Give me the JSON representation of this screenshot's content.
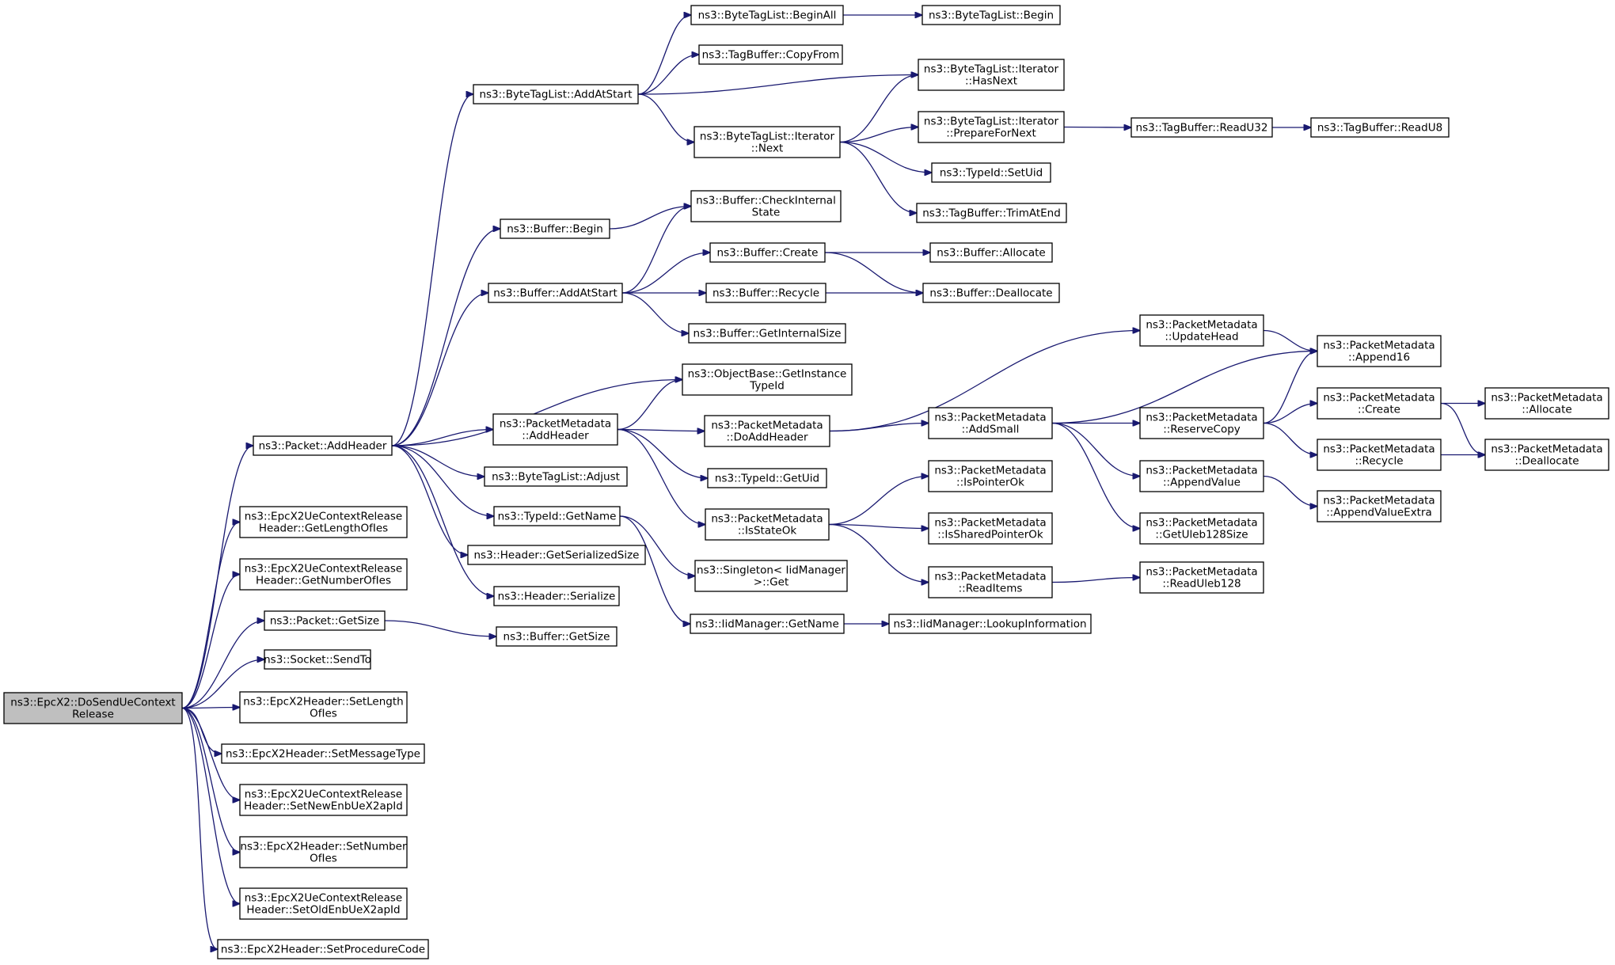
{
  "graph": {
    "root": "ns3::EpcX2::DoSendUeContextRelease",
    "nodes": [
      {
        "id": "root",
        "lines": [
          "ns3::EpcX2::DoSendUeContext",
          "Release"
        ],
        "root": true
      },
      {
        "id": "pkt_addheader",
        "lines": [
          "ns3::Packet::AddHeader"
        ]
      },
      {
        "id": "getlengthofies",
        "lines": [
          "ns3::EpcX2UeContextRelease",
          "Header::GetLengthOfIes"
        ]
      },
      {
        "id": "getnumberofies",
        "lines": [
          "ns3::EpcX2UeContextRelease",
          "Header::GetNumberOfIes"
        ]
      },
      {
        "id": "pkt_getsize",
        "lines": [
          "ns3::Packet::GetSize"
        ]
      },
      {
        "id": "socket_sendto",
        "lines": [
          "ns3::Socket::SendTo"
        ]
      },
      {
        "id": "setlengthofies",
        "lines": [
          "ns3::EpcX2Header::SetLength",
          "OfIes"
        ]
      },
      {
        "id": "setmessagetype",
        "lines": [
          "ns3::EpcX2Header::SetMessageType"
        ]
      },
      {
        "id": "setnewenb",
        "lines": [
          "ns3::EpcX2UeContextRelease",
          "Header::SetNewEnbUeX2apId"
        ]
      },
      {
        "id": "setnumberofies",
        "lines": [
          "ns3::EpcX2Header::SetNumber",
          "OfIes"
        ]
      },
      {
        "id": "setoldenb",
        "lines": [
          "ns3::EpcX2UeContextRelease",
          "Header::SetOldEnbUeX2apId"
        ]
      },
      {
        "id": "setprocedurecode",
        "lines": [
          "ns3::EpcX2Header::SetProcedureCode"
        ]
      },
      {
        "id": "btl_addatstart",
        "lines": [
          "ns3::ByteTagList::AddAtStart"
        ]
      },
      {
        "id": "buf_begin",
        "lines": [
          "ns3::Buffer::Begin"
        ]
      },
      {
        "id": "buf_addatstart",
        "lines": [
          "ns3::Buffer::AddAtStart"
        ]
      },
      {
        "id": "obj_getinstancetypeid",
        "lines": [
          "ns3::ObjectBase::GetInstance",
          "TypeId"
        ]
      },
      {
        "id": "pm_addheader",
        "lines": [
          "ns3::PacketMetadata",
          "::AddHeader"
        ]
      },
      {
        "id": "btl_adjust",
        "lines": [
          "ns3::ByteTagList::Adjust"
        ]
      },
      {
        "id": "typeid_getname",
        "lines": [
          "ns3::TypeId::GetName"
        ]
      },
      {
        "id": "hdr_getserializedsize",
        "lines": [
          "ns3::Header::GetSerializedSize"
        ]
      },
      {
        "id": "hdr_serialize",
        "lines": [
          "ns3::Header::Serialize"
        ]
      },
      {
        "id": "buf_getsize",
        "lines": [
          "ns3::Buffer::GetSize"
        ]
      },
      {
        "id": "btl_beginall",
        "lines": [
          "ns3::ByteTagList::BeginAll"
        ]
      },
      {
        "id": "tb_copyfrom",
        "lines": [
          "ns3::TagBuffer::CopyFrom"
        ]
      },
      {
        "id": "btli_next",
        "lines": [
          "ns3::ByteTagList::Iterator",
          "::Next"
        ]
      },
      {
        "id": "buf_checkinternalstate",
        "lines": [
          "ns3::Buffer::CheckInternal",
          "State"
        ]
      },
      {
        "id": "buf_create",
        "lines": [
          "ns3::Buffer::Create"
        ]
      },
      {
        "id": "buf_recycle",
        "lines": [
          "ns3::Buffer::Recycle"
        ]
      },
      {
        "id": "buf_getinternalsize",
        "lines": [
          "ns3::Buffer::GetInternalSize"
        ]
      },
      {
        "id": "pm_doaddheader",
        "lines": [
          "ns3::PacketMetadata",
          "::DoAddHeader"
        ]
      },
      {
        "id": "typeid_getuid",
        "lines": [
          "ns3::TypeId::GetUid"
        ]
      },
      {
        "id": "pm_isstateok",
        "lines": [
          "ns3::PacketMetadata",
          "::IsStateOk"
        ]
      },
      {
        "id": "singleton_get",
        "lines": [
          "ns3::Singleton< IidManager",
          ">::Get"
        ]
      },
      {
        "id": "iid_getname",
        "lines": [
          "ns3::IidManager::GetName"
        ]
      },
      {
        "id": "btl_begin",
        "lines": [
          "ns3::ByteTagList::Begin"
        ]
      },
      {
        "id": "btli_hasnext",
        "lines": [
          "ns3::ByteTagList::Iterator",
          "::HasNext"
        ]
      },
      {
        "id": "btli_preparefornext",
        "lines": [
          "ns3::ByteTagList::Iterator",
          "::PrepareForNext"
        ]
      },
      {
        "id": "typeid_setuid",
        "lines": [
          "ns3::TypeId::SetUid"
        ]
      },
      {
        "id": "tb_trimatend",
        "lines": [
          "ns3::TagBuffer::TrimAtEnd"
        ]
      },
      {
        "id": "buf_allocate",
        "lines": [
          "ns3::Buffer::Allocate"
        ]
      },
      {
        "id": "buf_deallocate",
        "lines": [
          "ns3::Buffer::Deallocate"
        ]
      },
      {
        "id": "pm_addsmall",
        "lines": [
          "ns3::PacketMetadata",
          "::AddSmall"
        ]
      },
      {
        "id": "pm_updatehead",
        "lines": [
          "ns3::PacketMetadata",
          "::UpdateHead"
        ]
      },
      {
        "id": "pm_ispointerok",
        "lines": [
          "ns3::PacketMetadata",
          "::IsPointerOk"
        ]
      },
      {
        "id": "pm_issharedpointerok",
        "lines": [
          "ns3::PacketMetadata",
          "::IsSharedPointerOk"
        ]
      },
      {
        "id": "pm_readitems",
        "lines": [
          "ns3::PacketMetadata",
          "::ReadItems"
        ]
      },
      {
        "id": "iid_lookupinformation",
        "lines": [
          "ns3::IidManager::LookupInformation"
        ]
      },
      {
        "id": "tb_readu32",
        "lines": [
          "ns3::TagBuffer::ReadU32"
        ]
      },
      {
        "id": "pm_append16",
        "lines": [
          "ns3::PacketMetadata",
          "::Append16"
        ]
      },
      {
        "id": "pm_reservecopy",
        "lines": [
          "ns3::PacketMetadata",
          "::ReserveCopy"
        ]
      },
      {
        "id": "pm_appendvalue",
        "lines": [
          "ns3::PacketMetadata",
          "::AppendValue"
        ]
      },
      {
        "id": "pm_getuleb128size",
        "lines": [
          "ns3::PacketMetadata",
          "::GetUleb128Size"
        ]
      },
      {
        "id": "pm_readuleb128",
        "lines": [
          "ns3::PacketMetadata",
          "::ReadUleb128"
        ]
      },
      {
        "id": "tb_readu8",
        "lines": [
          "ns3::TagBuffer::ReadU8"
        ]
      },
      {
        "id": "pm_create",
        "lines": [
          "ns3::PacketMetadata",
          "::Create"
        ]
      },
      {
        "id": "pm_recycle",
        "lines": [
          "ns3::PacketMetadata",
          "::Recycle"
        ]
      },
      {
        "id": "pm_appendvalueextra",
        "lines": [
          "ns3::PacketMetadata",
          "::AppendValueExtra"
        ]
      },
      {
        "id": "pm_allocate",
        "lines": [
          "ns3::PacketMetadata",
          "::Allocate"
        ]
      },
      {
        "id": "pm_deallocate",
        "lines": [
          "ns3::PacketMetadata",
          "::Deallocate"
        ]
      }
    ],
    "edges": [
      [
        "root",
        "pkt_addheader"
      ],
      [
        "root",
        "getlengthofies"
      ],
      [
        "root",
        "getnumberofies"
      ],
      [
        "root",
        "pkt_getsize"
      ],
      [
        "root",
        "socket_sendto"
      ],
      [
        "root",
        "setlengthofies"
      ],
      [
        "root",
        "setmessagetype"
      ],
      [
        "root",
        "setnewenb"
      ],
      [
        "root",
        "setnumberofies"
      ],
      [
        "root",
        "setoldenb"
      ],
      [
        "root",
        "setprocedurecode"
      ],
      [
        "pkt_addheader",
        "btl_addatstart"
      ],
      [
        "pkt_addheader",
        "buf_begin"
      ],
      [
        "pkt_addheader",
        "buf_addatstart"
      ],
      [
        "pkt_addheader",
        "obj_getinstancetypeid"
      ],
      [
        "pkt_addheader",
        "pm_addheader"
      ],
      [
        "pkt_addheader",
        "btl_adjust"
      ],
      [
        "pkt_addheader",
        "typeid_getname"
      ],
      [
        "pkt_addheader",
        "hdr_getserializedsize"
      ],
      [
        "pkt_addheader",
        "hdr_serialize"
      ],
      [
        "pkt_getsize",
        "buf_getsize"
      ],
      [
        "btl_addatstart",
        "btl_beginall"
      ],
      [
        "btl_addatstart",
        "tb_copyfrom"
      ],
      [
        "btl_addatstart",
        "btli_hasnext"
      ],
      [
        "btl_addatstart",
        "btli_next"
      ],
      [
        "btl_beginall",
        "btl_begin"
      ],
      [
        "btli_next",
        "btli_hasnext"
      ],
      [
        "btli_next",
        "btli_preparefornext"
      ],
      [
        "btli_next",
        "typeid_setuid"
      ],
      [
        "btli_next",
        "tb_trimatend"
      ],
      [
        "btli_preparefornext",
        "tb_readu32"
      ],
      [
        "tb_readu32",
        "tb_readu8"
      ],
      [
        "buf_begin",
        "buf_checkinternalstate"
      ],
      [
        "buf_addatstart",
        "buf_checkinternalstate"
      ],
      [
        "buf_addatstart",
        "buf_create"
      ],
      [
        "buf_addatstart",
        "buf_recycle"
      ],
      [
        "buf_addatstart",
        "buf_getinternalsize"
      ],
      [
        "buf_create",
        "buf_allocate"
      ],
      [
        "buf_create",
        "buf_deallocate"
      ],
      [
        "buf_recycle",
        "buf_deallocate"
      ],
      [
        "pm_addheader",
        "obj_getinstancetypeid"
      ],
      [
        "pm_addheader",
        "pm_doaddheader"
      ],
      [
        "pm_addheader",
        "typeid_getuid"
      ],
      [
        "pm_addheader",
        "pm_isstateok"
      ],
      [
        "pm_doaddheader",
        "pm_updatehead"
      ],
      [
        "pm_doaddheader",
        "pm_addsmall"
      ],
      [
        "pm_addsmall",
        "pm_append16"
      ],
      [
        "pm_addsmall",
        "pm_reservecopy"
      ],
      [
        "pm_addsmall",
        "pm_appendvalue"
      ],
      [
        "pm_addsmall",
        "pm_getuleb128size"
      ],
      [
        "pm_updatehead",
        "pm_append16"
      ],
      [
        "pm_reservecopy",
        "pm_append16"
      ],
      [
        "pm_reservecopy",
        "pm_create"
      ],
      [
        "pm_reservecopy",
        "pm_recycle"
      ],
      [
        "pm_create",
        "pm_allocate"
      ],
      [
        "pm_create",
        "pm_deallocate"
      ],
      [
        "pm_recycle",
        "pm_deallocate"
      ],
      [
        "pm_appendvalue",
        "pm_appendvalueextra"
      ],
      [
        "pm_isstateok",
        "pm_ispointerok"
      ],
      [
        "pm_isstateok",
        "pm_issharedpointerok"
      ],
      [
        "pm_isstateok",
        "pm_readitems"
      ],
      [
        "pm_readitems",
        "pm_readuleb128"
      ],
      [
        "typeid_getname",
        "singleton_get"
      ],
      [
        "typeid_getname",
        "iid_getname"
      ],
      [
        "iid_getname",
        "iid_lookupinformation"
      ]
    ]
  }
}
